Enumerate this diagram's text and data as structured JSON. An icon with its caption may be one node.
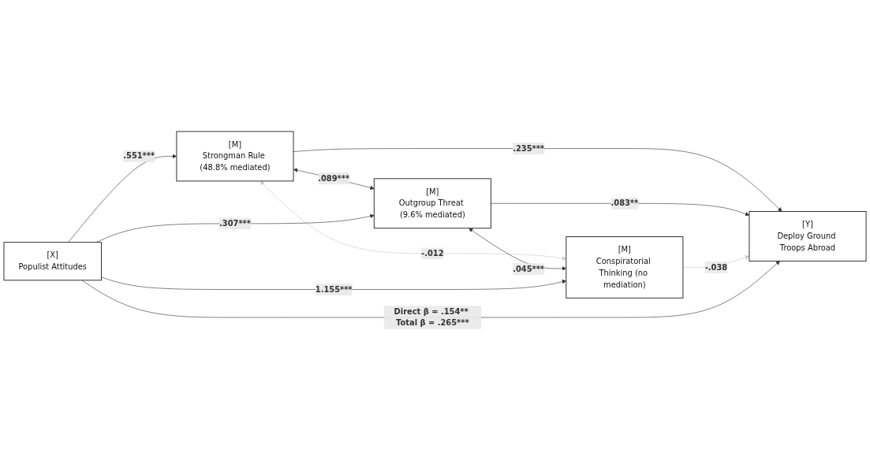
{
  "diagram": {
    "nodes": [
      {
        "text": [
          "[M]",
          "Strongman Rule (48.8% mediated)"
        ]
      },
      {
        "text": [
          "[M]",
          "Outgroup Threat (9.6% mediated)"
        ]
      },
      {
        "text": [
          "[M]",
          "Conspiratorial Thinking (no mediation)"
        ]
      },
      {
        "text": [
          "[X]",
          "Populist Attitudes"
        ]
      },
      {
        "text": [
          "[Y]",
          "Deploy Ground Troops Abroad"
        ]
      }
    ],
    "edges": [
      {
        "from": 0,
        "to": 2,
        "arrow": "both",
        "label": "-.012",
        "color": "#c8c8c8"
      },
      {
        "from": 0,
        "to": 1,
        "arrow": "both",
        "label": ".089***"
      },
      {
        "from": 1,
        "to": 2,
        "arrow": "both",
        "label": ".045***"
      },
      {
        "from": 3,
        "to": 0,
        "arrow": "to",
        "label": ".551***"
      },
      {
        "from": 0,
        "to": 4,
        "arrow": "to",
        "label": ".235***"
      },
      {
        "from": 3,
        "to": 1,
        "arrow": "to",
        "label": ".307***"
      },
      {
        "from": 1,
        "to": 4,
        "arrow": "to",
        "label": ".083**"
      },
      {
        "from": 2,
        "to": 4,
        "arrow": "to",
        "label": "-.038",
        "color": "#c8c8c8"
      },
      {
        "from": 3,
        "to": 2,
        "arrow": "to",
        "label": "1.155***"
      },
      {
        "from": 3,
        "to": 4,
        "arrow": "to",
        "label": "Direct β = .154** Total β = .265***"
      }
    ]
  }
}
